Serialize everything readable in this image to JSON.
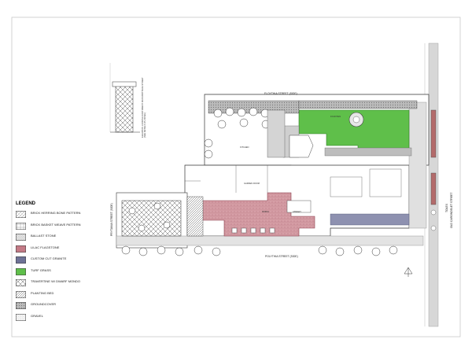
{
  "legend": {
    "title": "LEGEND",
    "items": [
      {
        "label": "BRICK HERRING BONE PATTERN",
        "pattern": "herring"
      },
      {
        "label": "BRICK BASKET WEAVE PATTERN",
        "pattern": "basket"
      },
      {
        "label": "BALLAST STONE",
        "pattern": "ballast"
      },
      {
        "label": "LILAC FLAGSTONE",
        "pattern": "lilac"
      },
      {
        "label": "CUSTOM CUT GRANITE",
        "pattern": "granite"
      },
      {
        "label": "TURF GRASS",
        "pattern": "turf"
      },
      {
        "label": "TRAVERTINE W/ DWARF MONDO",
        "pattern": "travertine"
      },
      {
        "label": "PLANTING BED",
        "pattern": "planting"
      },
      {
        "label": "GROUNDCOVER",
        "pattern": "groundcover"
      },
      {
        "label": "GRAVEL",
        "pattern": "gravel"
      }
    ]
  },
  "streets": {
    "top": "FLOYTHIA STREET (SIDE)",
    "bottom": "POLYTHIA STREET (SIDE)",
    "left": "PRYTANIA STREET (SIDE)",
    "right": "OLD CARONDELET STREET",
    "right_sub": "TOLEX"
  },
  "labels": {
    "garden_room": "GARDEN ROOM",
    "kitchen": "KITCHEN",
    "elevation_note": "ELEVATION LOOKING NORTHWEST FROM BRYTANIA STREET (SEE DETAILS ON PANEL)",
    "fountain": "FOUNTAIN",
    "library": "LIBRARY",
    "dining": "DINING",
    "north_arrow": "N"
  },
  "colors": {
    "turf": "#5fbf4a",
    "lilac": "#c47a86",
    "granite": "#6e7296",
    "line": "#333333"
  }
}
